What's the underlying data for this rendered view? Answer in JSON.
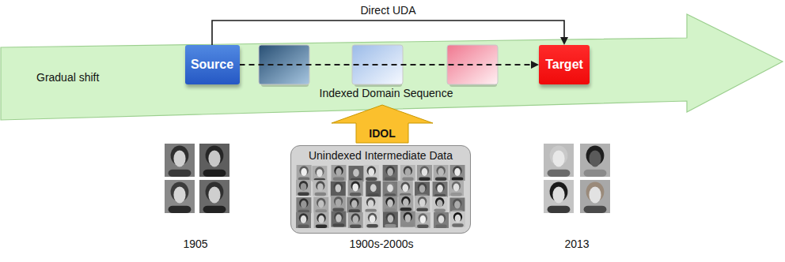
{
  "diagram": {
    "nodes": [
      {
        "text": [
          "Gradual shift",
          "Indexed Domain Sequence"
        ]
      },
      {
        "text": [
          "Source"
        ],
        "in": 0
      },
      {
        "text": [
          "Target"
        ],
        "in": 0
      },
      {
        "text": [
          "IDOL"
        ]
      },
      {
        "text": [
          "Unindexed Intermediate Data"
        ]
      }
    ],
    "edges": [
      {
        "from": 1,
        "to": 2,
        "arrow": "to",
        "label": "Direct UDA"
      },
      {
        "from": 1,
        "to": 2,
        "arrow": "to"
      }
    ],
    "labels": [
      "1905",
      "1900s-2000s",
      "2013"
    ]
  }
}
